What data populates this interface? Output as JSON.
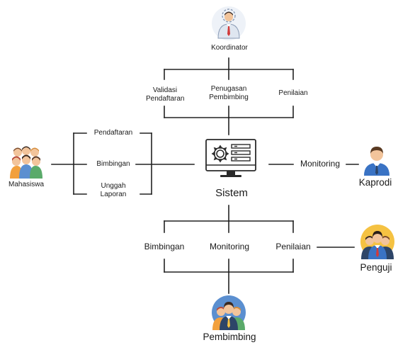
{
  "actors": {
    "koordinator": "Koordinator",
    "mahasiswa": "Mahasiswa",
    "kaprodi": "Kaprodi",
    "penguji": "Penguji",
    "pembimbing": "Pembimbing"
  },
  "system": {
    "label": "Sistem"
  },
  "koordinator_functions": {
    "validasi": "Validasi\nPendaftaran",
    "penugasan": "Penugasan\nPembimbing",
    "penilaian": "Penilaian"
  },
  "mahasiswa_functions": {
    "pendaftaran": "Pendaftaran",
    "bimbingan": "Bimbingan",
    "unggah": "Unggah\nLaporan"
  },
  "kaprodi_function": "Monitoring",
  "bottom_functions": {
    "bimbingan": "Bimbingan",
    "monitoring": "Monitoring",
    "penilaian": "Penilaian"
  },
  "colors": {
    "line": "#222222",
    "blue": "#5b8fd0",
    "navy": "#2d4568",
    "skin": "#f2c49b",
    "hair": "#3b2a22",
    "tie": "#d23a3a",
    "yellow": "#f5c242"
  }
}
